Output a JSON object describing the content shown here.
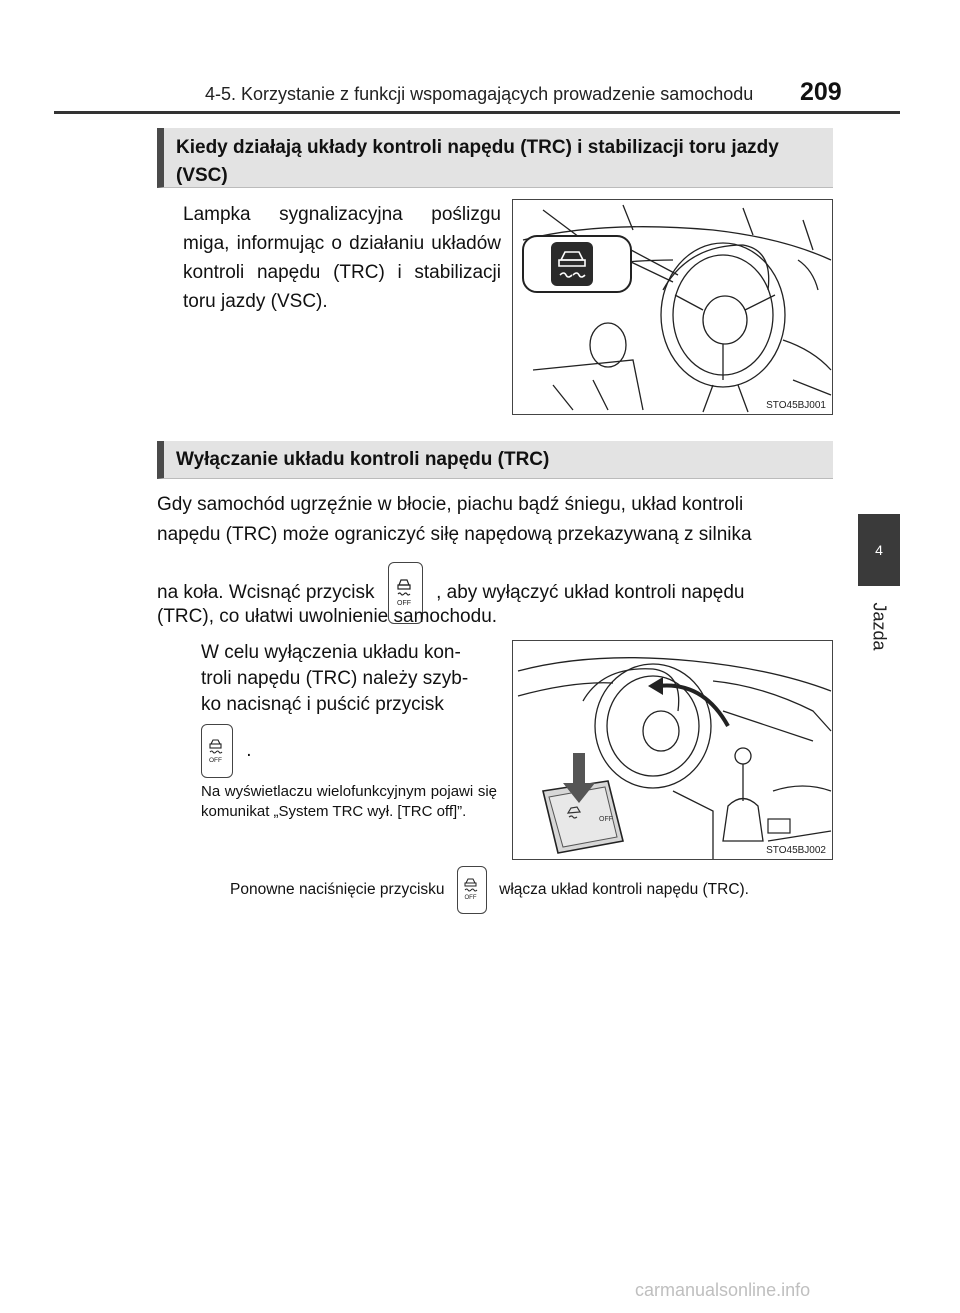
{
  "header": {
    "section_title": "4-5. Korzystanie z funkcji wspomagających prowadzenie samochodu",
    "page_number": "209"
  },
  "side_tab": {
    "chapter_number": "4",
    "chapter_name": "Jazda"
  },
  "section1": {
    "heading": "Kiedy działają układy kontroli napędu (TRC) i stabilizacji toru jazdy (VSC)",
    "text": "Lampka sygnalizacyjna poślizgu miga, informując o działaniu układów kontroli napędu (TRC) i stabilizacji toru jazdy (VSC).",
    "figure_code": "STO45BJ001"
  },
  "section2": {
    "heading": "Wyłączanie układu kontroli napędu (TRC)",
    "text_line1": "Gdy samochód ugrzęźnie w błocie, piachu bądź śniegu, układ kontroli",
    "text_line2": "napędu (TRC) może ograniczyć siłę napędową przekazywaną z silnika",
    "text_before_button": "na koła. Wcisnąć przycisk",
    "text_after_button": ", aby wyłączyć układ kontroli napędu",
    "text_line4": "(TRC), co ułatwi uwolnienie samochodu.",
    "instruction_line1": "W celu wyłączenia układu kon-",
    "instruction_line2": "troli napędu (TRC) należy szyb-",
    "instruction_line3": "ko nacisnąć i puścić przycisk",
    "instruction_end": ".",
    "display_note": "Na wyświetlaczu wielofunkcyjnym pojawi się komunikat „System TRC wył. [TRC off]”.",
    "figure_code": "STO45BJ002",
    "reenable_before": "Ponowne naciśnięcie przycisku",
    "reenable_after": "włącza układ kontroli napędu (TRC)."
  },
  "button_icon": {
    "name": "trc-off-button-icon",
    "label": "OFF"
  },
  "watermark": "carmanualsonline.info"
}
